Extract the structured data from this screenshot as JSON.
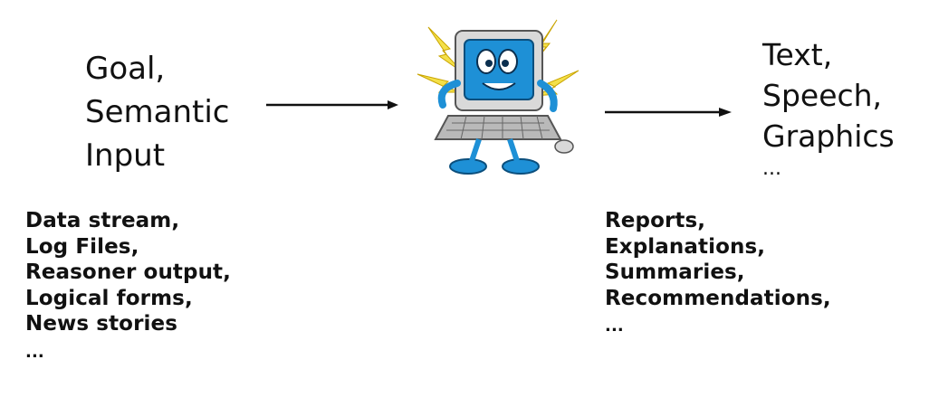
{
  "input": {
    "lines": [
      "Goal,",
      "Semantic",
      "Input"
    ]
  },
  "output": {
    "lines": [
      "Text,",
      "Speech,",
      "Graphics"
    ],
    "ellipsis": "..."
  },
  "input_examples": {
    "lines": [
      "Data stream,",
      "Log Files,",
      "Reasoner output,",
      "Logical forms,",
      "News stories"
    ],
    "ellipsis": "..."
  },
  "output_examples": {
    "lines": [
      "Reports,",
      "Explanations,",
      "Summaries,",
      "Recommendations,"
    ],
    "ellipsis": "..."
  },
  "icons": {
    "center": "computer-mascot-icon"
  },
  "colors": {
    "text": "#111111",
    "monitor_blue": "#1e90d6",
    "lightning_yellow": "#f4e04a",
    "keyboard_gray": "#b9b9b9"
  }
}
